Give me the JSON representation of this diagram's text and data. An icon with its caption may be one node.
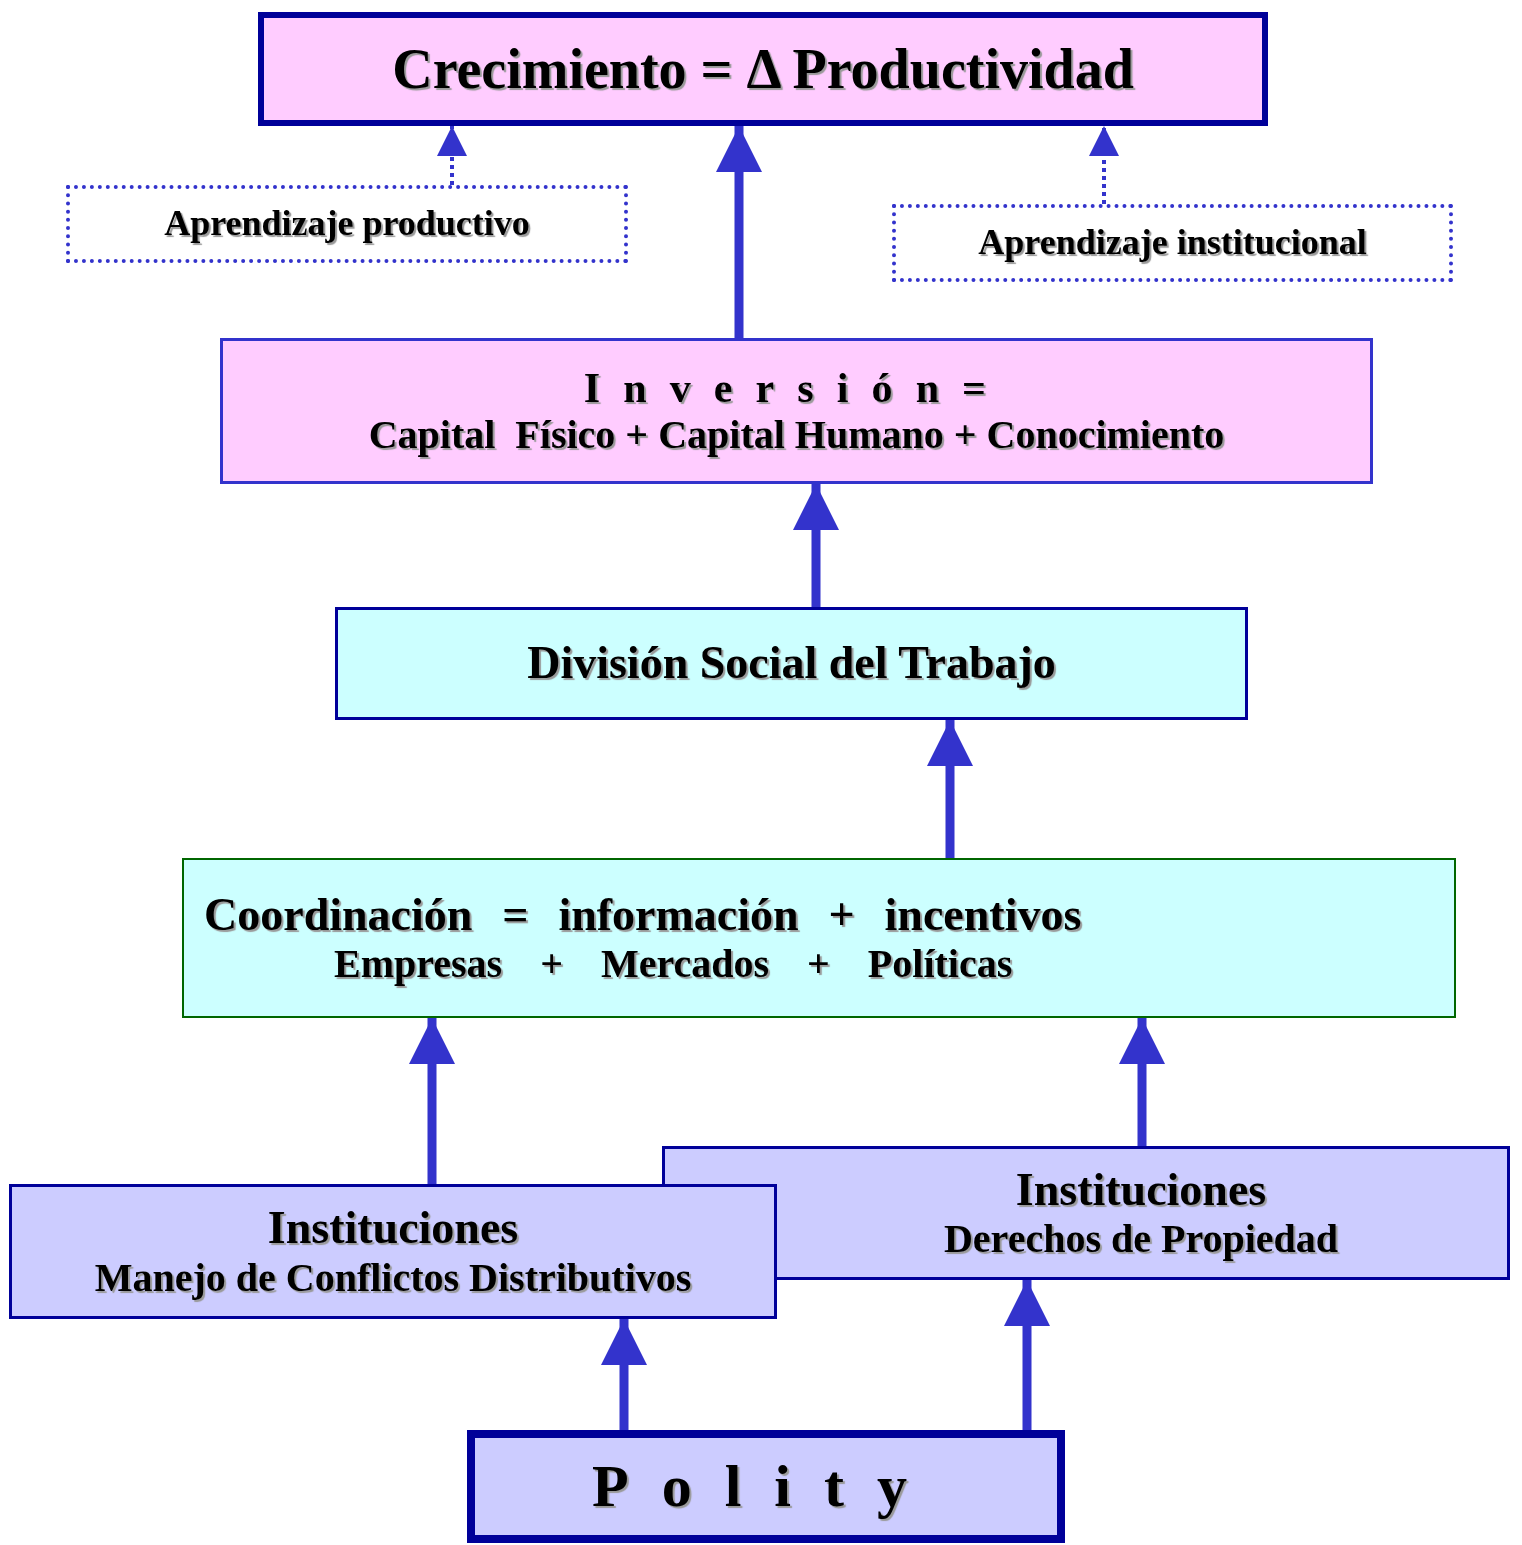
{
  "diagram": {
    "nodes": [
      {
        "text": [
          "Crecimiento = Δ Productividad"
        ]
      },
      {
        "text": [
          "Aprendizaje productivo"
        ]
      },
      {
        "text": [
          "Aprendizaje institucional"
        ]
      },
      {
        "text": [
          "Inversión=",
          "Capital  Físico + Capital Humano + Conocimiento"
        ]
      },
      {
        "text": [
          "División Social del Trabajo"
        ]
      },
      {
        "text": [
          "Coordinación = información + incentivos",
          "Empresas + Mercados + Políticas"
        ]
      },
      {
        "text": [
          "Instituciones",
          "Manejo de Conflictos Distributivos"
        ]
      },
      {
        "text": [
          "Instituciones",
          "Derechos de Propiedad"
        ]
      },
      {
        "text": [
          "Polity"
        ]
      }
    ],
    "edges": [
      {
        "from": 1,
        "to": 0,
        "arrow": "to",
        "style": "dashed"
      },
      {
        "from": 2,
        "to": 0,
        "arrow": "to",
        "style": "dashed"
      },
      {
        "from": 3,
        "to": 0,
        "arrow": "to"
      },
      {
        "from": 4,
        "to": 3,
        "arrow": "to"
      },
      {
        "from": 5,
        "to": 4,
        "arrow": "to"
      },
      {
        "from": 6,
        "to": 5,
        "arrow": "to"
      },
      {
        "from": 7,
        "to": 5,
        "arrow": "to"
      },
      {
        "from": 8,
        "to": 6,
        "arrow": "to"
      },
      {
        "from": 8,
        "to": 7,
        "arrow": "to"
      }
    ]
  }
}
